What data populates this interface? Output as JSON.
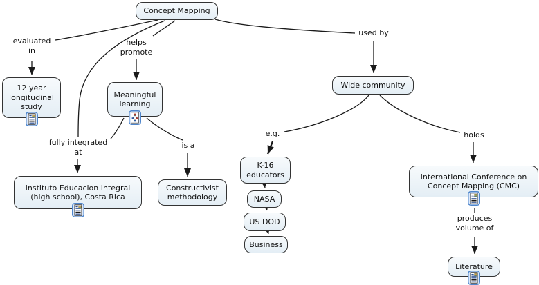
{
  "diagram_type": "concept-map",
  "nodes": {
    "concept_mapping": {
      "label": "Concept Mapping"
    },
    "longitudinal_study": {
      "label": "12 year longitudinal study",
      "icon": "document-icon"
    },
    "meaningful_learning": {
      "label": "Meaningful learning",
      "icon": "concept-map-icon"
    },
    "instituto": {
      "label": "Instituto Educacion Integral (high school), Costa Rica",
      "icon": "document-icon"
    },
    "constructivist": {
      "label": "Constructivist methodology"
    },
    "wide_community": {
      "label": "Wide community"
    },
    "k16_educators": {
      "label": "K-16 educators"
    },
    "nasa": {
      "label": "NASA"
    },
    "us_dod": {
      "label": "US DOD"
    },
    "business": {
      "label": "Business"
    },
    "cmc_conference": {
      "label": "International Conference on Concept Mapping (CMC)",
      "icon": "document-icon"
    },
    "literature": {
      "label": "Literature",
      "icon": "document-icon"
    }
  },
  "linking_phrases": {
    "evaluated_in": {
      "label": "evaluated in"
    },
    "helps_promote": {
      "label": "helps promote"
    },
    "used_by": {
      "label": "used by"
    },
    "fully_integrated_at": {
      "label": "fully integrated at"
    },
    "is_a": {
      "label": "is a"
    },
    "eg": {
      "label": "e.g."
    },
    "holds": {
      "label": "holds"
    },
    "produces_volume_of": {
      "label": "produces volume of"
    }
  },
  "edges": [
    {
      "from": "Concept Mapping",
      "via": "evaluated in",
      "to": "12 year longitudinal study"
    },
    {
      "from": "Concept Mapping",
      "via": "helps promote",
      "to": "Meaningful learning"
    },
    {
      "from": "Concept Mapping",
      "via": "fully integrated at",
      "to": "Instituto Educacion Integral (high school), Costa Rica"
    },
    {
      "from": "Meaningful learning",
      "via": "fully integrated at",
      "to": "Instituto Educacion Integral (high school), Costa Rica"
    },
    {
      "from": "Meaningful learning",
      "via": "is a",
      "to": "Constructivist methodology"
    },
    {
      "from": "Concept Mapping",
      "via": "used by",
      "to": "Wide community"
    },
    {
      "from": "Wide community",
      "via": "e.g.",
      "to": "K-16 educators, NASA, US DOD, Business"
    },
    {
      "from": "Wide community",
      "via": "holds",
      "to": "International Conference on Concept Mapping (CMC)"
    },
    {
      "from": "International Conference on Concept Mapping (CMC)",
      "via": "produces volume of",
      "to": "Literature"
    }
  ],
  "colors": {
    "background": "#ffffff",
    "node_fill_top": "#f7fafc",
    "node_fill_bottom": "#e4eef5",
    "node_border": "#333333",
    "connector": "#1a1a1a",
    "icon_frame_border": "#4f86cc",
    "icon_frame_fill": "#dbe8fa"
  }
}
